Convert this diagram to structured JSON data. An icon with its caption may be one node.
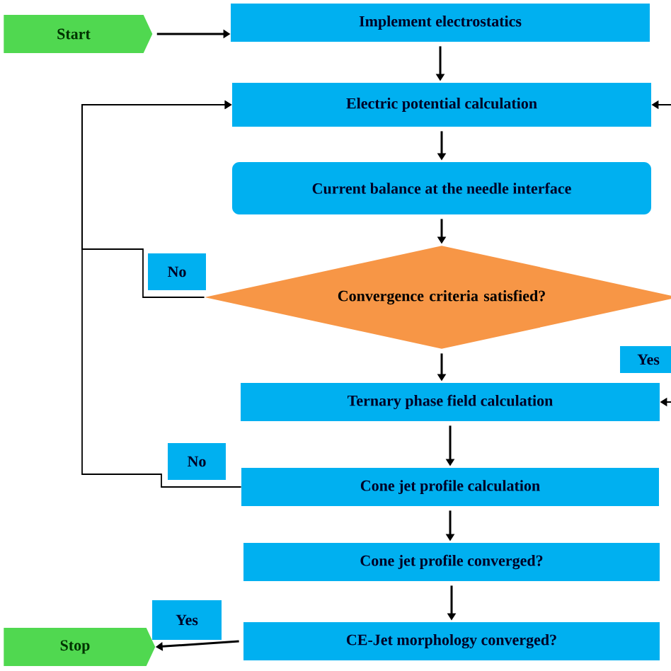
{
  "diagram": {
    "nodes": [
      {
        "text": [
          "Start"
        ]
      },
      {
        "text": [
          "Implement electrostatics"
        ]
      },
      {
        "text": [
          "Electric potential calculation"
        ]
      },
      {
        "text": [
          "Current balance at the needle interface"
        ]
      },
      {
        "text": [
          "Convergence criteria satisfied?"
        ]
      },
      {
        "text": [
          "Ternary  phase field calculation"
        ]
      },
      {
        "text": [
          "Cone jet profile calculation"
        ]
      },
      {
        "text": [
          "Cone  jet profile converged?"
        ]
      },
      {
        "text": [
          "CE-Jet morphology converged?"
        ]
      },
      {
        "text": [
          "Stop"
        ]
      }
    ],
    "edges": [
      {
        "from": 0,
        "to": 1,
        "arrow": "to"
      },
      {
        "from": 1,
        "to": 2,
        "arrow": "to"
      },
      {
        "from": 2,
        "to": 3,
        "arrow": "to"
      },
      {
        "from": 3,
        "to": 4,
        "arrow": "to"
      },
      {
        "from": 4,
        "to": 5,
        "arrow": "to"
      },
      {
        "from": 5,
        "to": 6,
        "arrow": "to"
      },
      {
        "from": 6,
        "to": 7,
        "arrow": "to"
      },
      {
        "from": 7,
        "to": 8,
        "arrow": "to"
      },
      {
        "from": 8,
        "to": 9,
        "arrow": "to",
        "label": "Yes"
      },
      {
        "from": 4,
        "to": 2,
        "arrow": "to",
        "label": "No"
      },
      {
        "from": 6,
        "to": 2,
        "arrow": "to",
        "label": "No"
      },
      {
        "from": null,
        "to": 2,
        "arrow": "to"
      },
      {
        "from": null,
        "to": 5,
        "arrow": "to",
        "label": "Yes"
      }
    ]
  }
}
